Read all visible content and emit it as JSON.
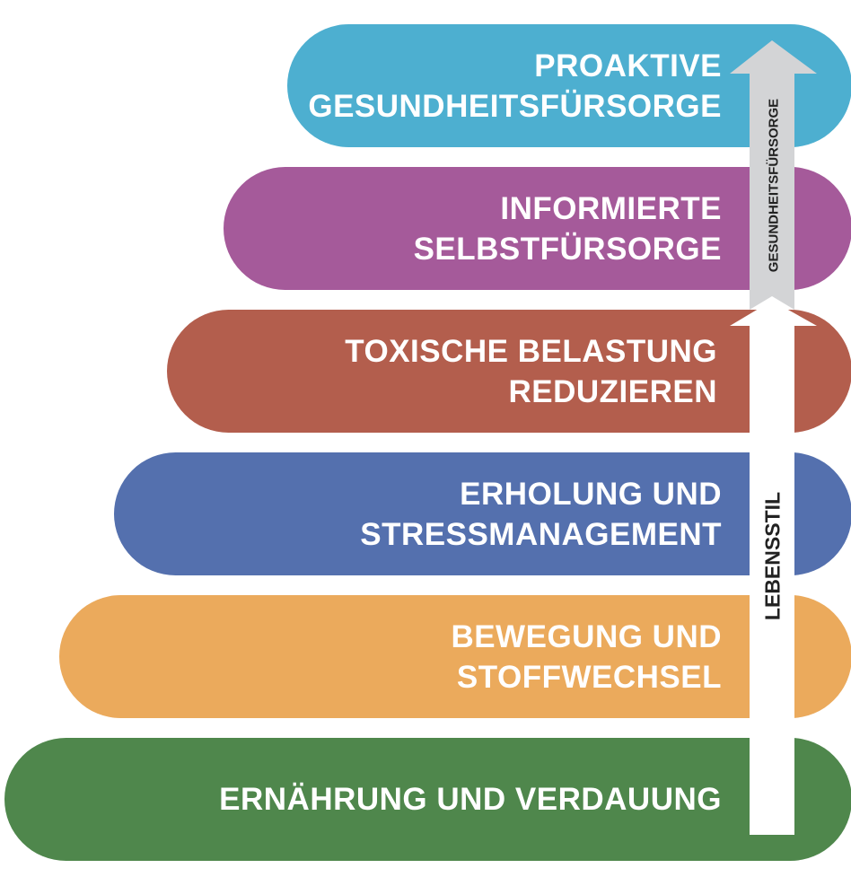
{
  "levels": [
    {
      "lines": [
        "PROAKTIVE",
        "GESUNDHEITSFÜRSORGE"
      ],
      "color": "#4DAFD0"
    },
    {
      "lines": [
        "INFORMIERTE",
        "SELBSTFÜRSORGE"
      ],
      "color": "#A55A9A"
    },
    {
      "lines": [
        "TOXISCHE BELASTUNG",
        "REDUZIEREN"
      ],
      "color": "#B35E4D"
    },
    {
      "lines": [
        "ERHOLUNG UND",
        "STRESSMANAGEMENT"
      ],
      "color": "#5470AE"
    },
    {
      "lines": [
        "BEWEGUNG UND",
        "STOFFWECHSEL"
      ],
      "color": "#EBAA5C"
    },
    {
      "lines": [
        "ERNÄHRUNG UND VERDAUUNG"
      ],
      "color": "#4F874C"
    }
  ],
  "arrows": {
    "upper_label": "GESUNDHEITSFÜRSORGE",
    "lower_label": "LEBENSSTIL"
  }
}
